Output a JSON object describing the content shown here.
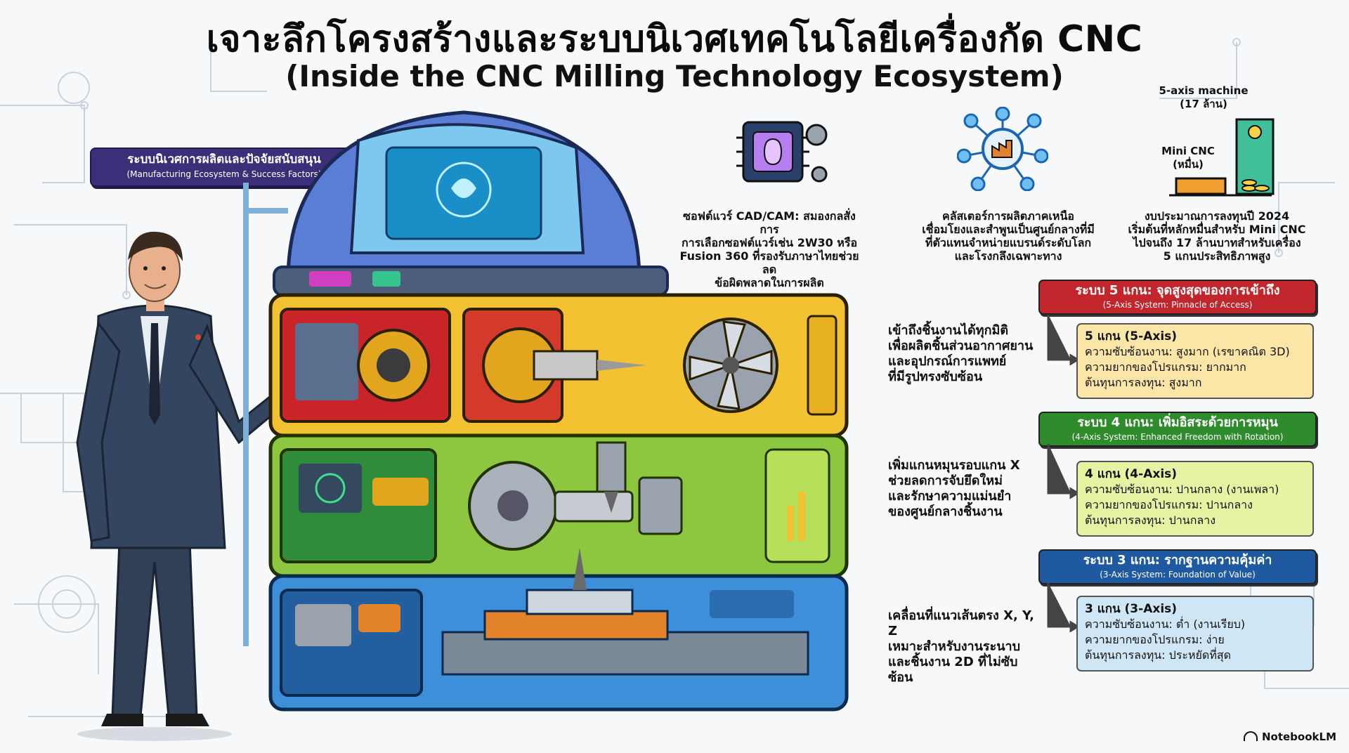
{
  "title": "เจาะลึกโครงสร้างและระบบนิเวศเทคโนโลยีเครื่องกัด CNC",
  "subtitle": "(Inside the CNC Milling Technology Ecosystem)",
  "ecosystem_box": {
    "thai": "ระบบนิเวศการผลิตและปัจจัยสนับสนุน",
    "english": "(Manufacturing Ecosystem & Success Factors)"
  },
  "factors": [
    {
      "icon": "brain-chip-icon",
      "lines": [
        "ซอฟต์แวร์ CAD/CAM: สมองกลสั่งการ",
        "การเลือกซอฟต์แวร์เช่น 2W30 หรือ",
        "Fusion 360 ที่รองรับภาษาไทยช่วยลด",
        "ข้อผิดพลาดในการผลิต"
      ]
    },
    {
      "icon": "factory-network-icon",
      "lines": [
        "คลัสเตอร์การผลิตภาคเหนือ",
        "เชื่อมโยงและสำพูนเป็นศูนย์กลางที่มี",
        "ที่ตัวแทนจำหน่ายแบรนด์ระดับโลก",
        "และโรงกลึงเฉพาะทาง"
      ]
    },
    {
      "icon": "budget-bar-icon",
      "lines": [
        "งบประมาณการลงทุนปี 2024",
        "เริ่มต้นที่หลักหมื่นสำหรับ Mini CNC",
        "ไปจนถึง 17 ล้านบาทสำหรับเครื่อง",
        "5 แกนประสิทธิภาพสูง"
      ]
    }
  ],
  "budget_chart": {
    "bars": [
      {
        "label_line1": "Mini CNC",
        "label_line2": "(หมื่น)",
        "color": "#f0a030"
      },
      {
        "label_line1": "5-axis machine",
        "label_line2": "(17 ล้าน)",
        "color": "#3fbf9a"
      }
    ]
  },
  "levels": [
    {
      "key": "five",
      "description": [
        "เข้าถึงชิ้นงานได้ทุกมิติ",
        "เพื่อผลิตชิ้นส่วนอากาศยาน",
        "และอุปกรณ์การแพทย์",
        "ที่มีรูปทรงซับซ้อน"
      ],
      "banner_thai": "ระบบ 5 แกน: จุดสูงสุดของการเข้าถึง",
      "banner_english": "(5-Axis System: Pinnacle of Access)",
      "banner_color": "#c0262b",
      "spec_bg": "#fbe6a8",
      "spec_title": "5 แกน (5-Axis)",
      "spec_lines": [
        "ความซับซ้อนงาน: สูงมาก (เรขาคณิต 3D)",
        "ความยากของโปรแกรม: ยากมาก",
        "ต้นทุนการลงทุน: สูงมาก"
      ]
    },
    {
      "key": "four",
      "description": [
        "เพิ่มแกนหมุนรอบแกน X",
        "ช่วยลดการจับยึดใหม่",
        "และรักษาความแม่นยำ",
        "ของศูนย์กลางชิ้นงาน"
      ],
      "banner_thai": "ระบบ 4 แกน: เพิ่มอิสระด้วยการหมุน",
      "banner_english": "(4-Axis System: Enhanced Freedom with Rotation)",
      "banner_color": "#2f8c2c",
      "spec_bg": "#e7f2a2",
      "spec_title": "4 แกน (4-Axis)",
      "spec_lines": [
        "ความซับซ้อนงาน: ปานกลาง (งานเพลา)",
        "ความยากของโปรแกรม: ปานกลาง",
        "ต้นทุนการลงทุน: ปานกลาง"
      ]
    },
    {
      "key": "three",
      "description": [
        "เคลื่อนที่แนวเส้นตรง X, Y, Z",
        "เหมาะสำหรับงานระนาบ",
        "และชิ้นงาน 2D ที่ไม่ซับซ้อน"
      ],
      "banner_thai": "ระบบ 3 แกน: รากฐานความคุ้มค่า",
      "banner_english": "(3-Axis System: Foundation of Value)",
      "banner_color": "#1f5aa0",
      "spec_bg": "#cfe6f6",
      "spec_title": "3 แกน (3-Axis)",
      "spec_lines": [
        "ความซับซ้อนงาน: ต่ำ (งานเรียบ)",
        "ความยากของโปรแกรม: ง่าย",
        "ต้นทุนการลงทุน: ประหยัดที่สุด"
      ]
    }
  ],
  "watermark": "NotebookLM"
}
